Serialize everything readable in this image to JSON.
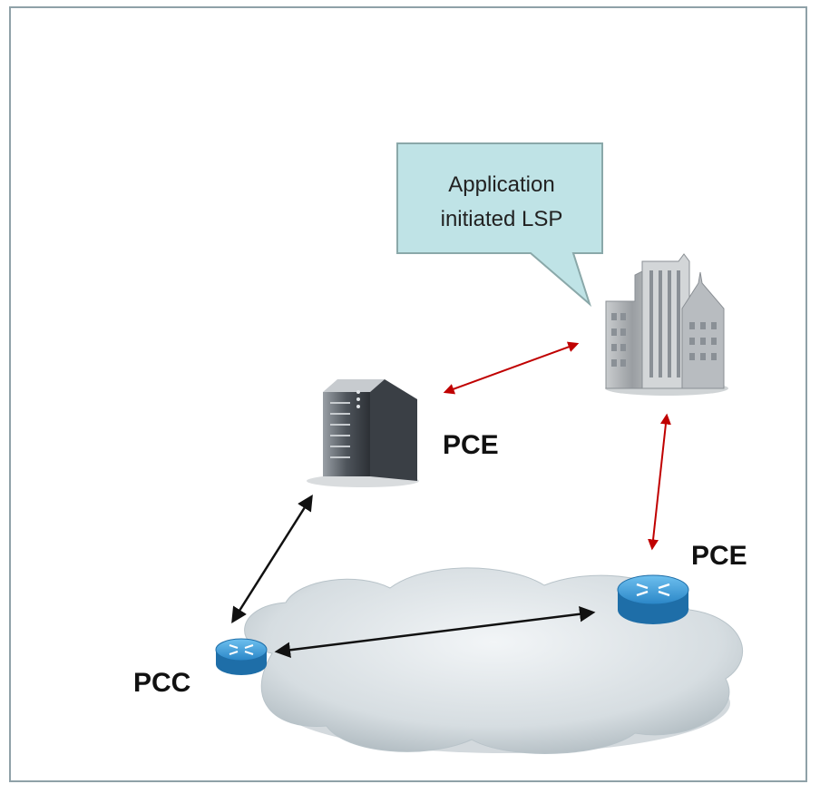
{
  "callout": {
    "line1": "Application",
    "line2": "initiated LSP"
  },
  "labels": {
    "pce_server": "PCE",
    "pce_router": "PCE",
    "pcc_router": "PCC"
  },
  "colors": {
    "frame_border": "#8fa1a8",
    "callout_fill": "#bfe3e6",
    "callout_border": "#8aa8a9",
    "red_arrow": "#c00000",
    "black_arrow": "#111111",
    "router_blue": "#2d8fd0",
    "cloud_fill": "#d7dee2"
  },
  "icons": {
    "server": "server-icon",
    "building": "building-icon",
    "router": "router-icon",
    "cloud": "network-cloud-icon"
  }
}
